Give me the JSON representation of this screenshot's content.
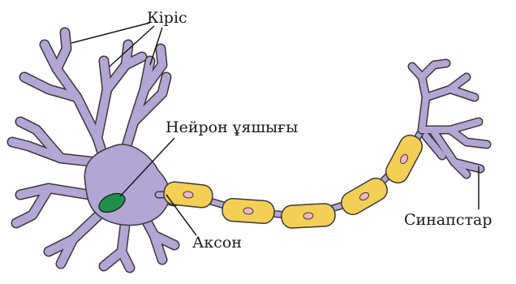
{
  "labels": {
    "inputs": "Кіріс",
    "nucleus": "Нейрон ұяшығы",
    "axon": "Аксон",
    "synapses": "Синапстар"
  },
  "colors": {
    "cell_body": "#b3a6d4",
    "outline": "#3a3a3a",
    "nucleus": "#1f8f4a",
    "myelin": "#f4cf55",
    "myelin_node": "#f2b5c4",
    "axon_core": "#b3a6d4",
    "label_line": "#1a1a1a"
  },
  "icons": {
    "neuron": "neuron-illustration"
  }
}
